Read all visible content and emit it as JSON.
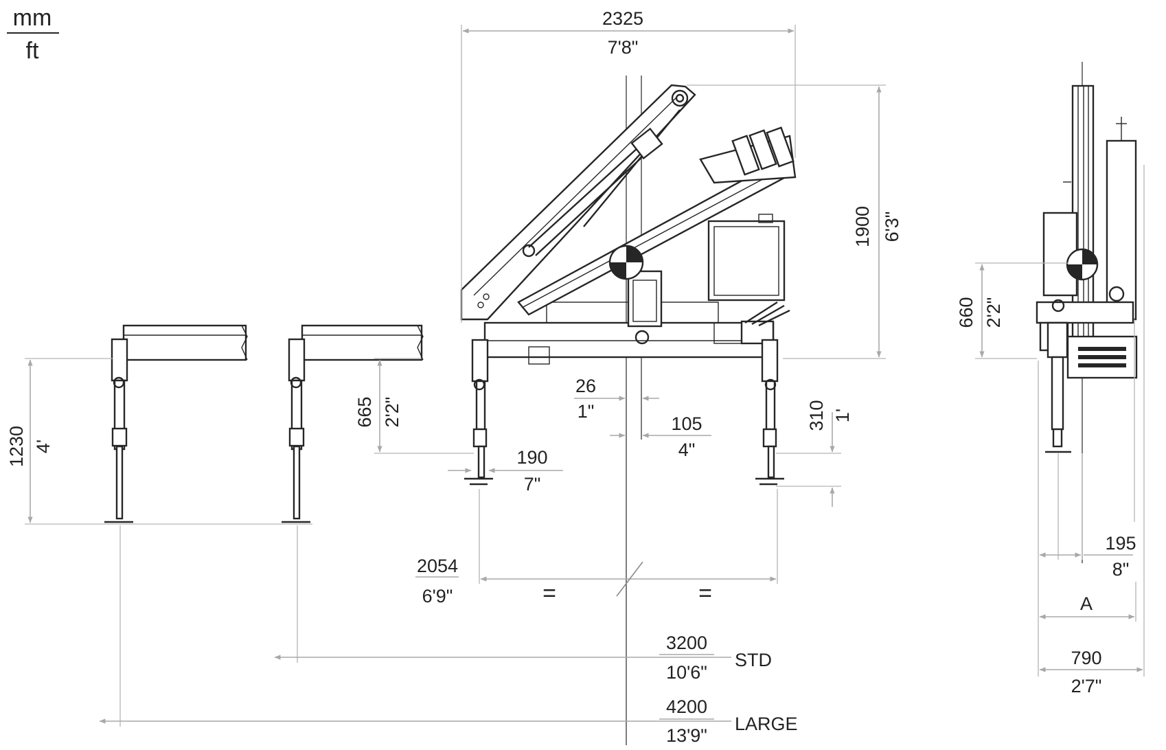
{
  "units": {
    "top": "mm",
    "bottom": "ft"
  },
  "dimensions": {
    "overall_width": {
      "mm": "2325",
      "ft": "7'8\""
    },
    "height": {
      "mm": "1900",
      "ft": "6'3\""
    },
    "side_base_height": {
      "mm": "660",
      "ft": "2'2\""
    },
    "leg_height": {
      "mm": "1230",
      "ft": "4'"
    },
    "leg_mid_height": {
      "mm": "665",
      "ft": "2'2\""
    },
    "column_offset": {
      "mm": "26",
      "ft": "1\""
    },
    "axis_offset": {
      "mm": "105",
      "ft": "4\""
    },
    "stroke": {
      "mm": "310",
      "ft": "1'"
    },
    "foot_width": {
      "mm": "190",
      "ft": "7\""
    },
    "base_width": {
      "mm": "2054",
      "ft": "6'9\""
    },
    "side_offset": {
      "mm": "195",
      "ft": "8\""
    },
    "side_width": {
      "mm": "790",
      "ft": "2'7\""
    },
    "std_span": {
      "mm": "3200",
      "ft": "10'6\"",
      "label": "STD"
    },
    "large_span": {
      "mm": "4200",
      "ft": "13'9\"",
      "label": "LARGE"
    },
    "side_a": {
      "label": "A"
    },
    "equal_mark": "="
  }
}
